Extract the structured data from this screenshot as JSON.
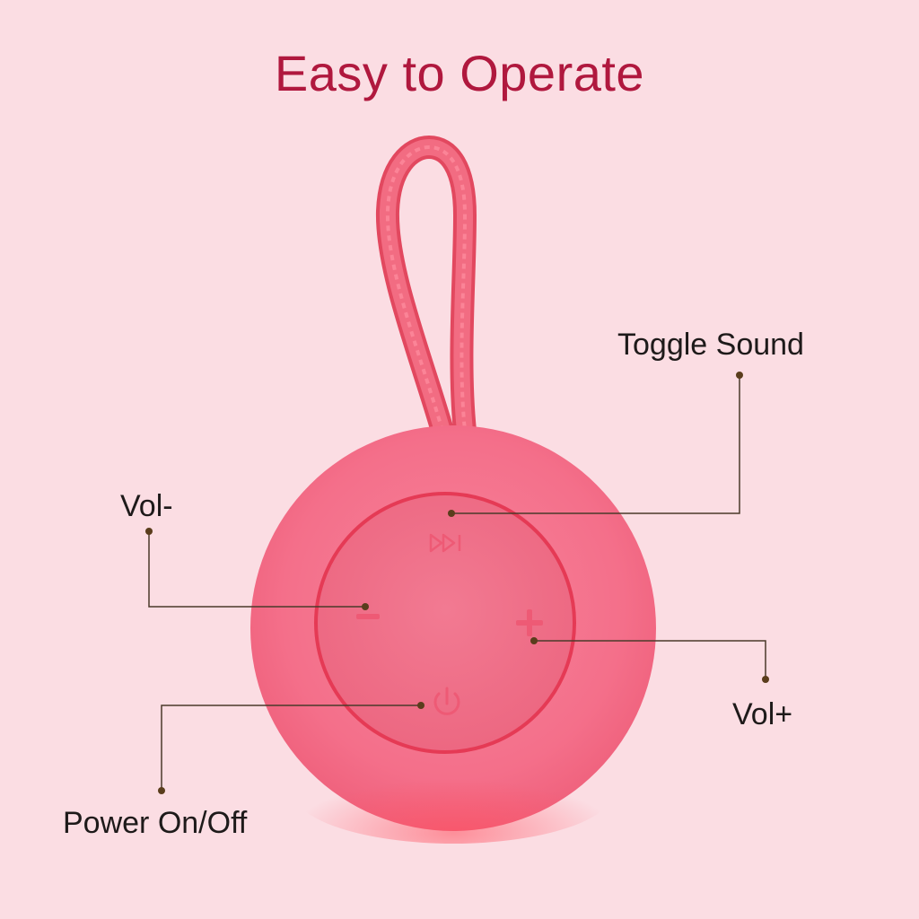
{
  "header": {
    "title": "Easy to Operate"
  },
  "labels": {
    "toggle_sound": "Toggle Sound",
    "vol_minus": "Vol-",
    "vol_plus": "Vol+",
    "power": "Power On/Off"
  },
  "icons": {
    "next": "skip-forward-icon",
    "minus": "minus-icon",
    "plus": "plus-icon",
    "power": "power-icon"
  },
  "colors": {
    "background": "#fbdde3",
    "title": "#b0183e",
    "speaker_body": "#f46f8a",
    "speaker_face": "#f06a84",
    "strap": "#f05a72",
    "callout_line": "#4a3a2a",
    "callout_dot": "#5a3d1c",
    "label_text": "#1e1a1a"
  }
}
